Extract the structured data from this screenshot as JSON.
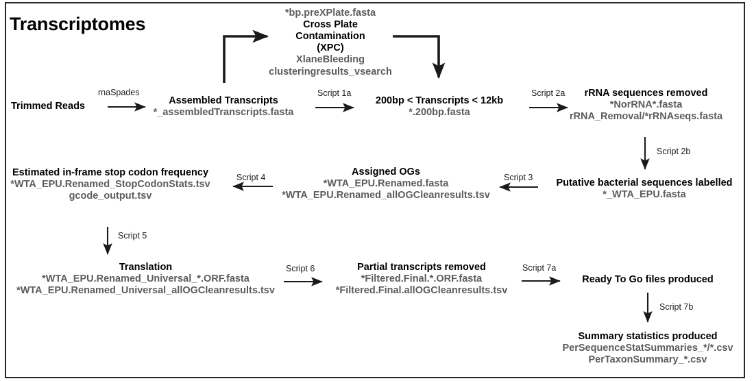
{
  "title": "Transcriptomes",
  "nodes": {
    "trimmed_reads": {
      "heading": "Trimmed Reads",
      "files": []
    },
    "assembled": {
      "heading": "Assembled Transcripts",
      "files": [
        "*_assembledTranscripts.fasta"
      ]
    },
    "xpc": {
      "pre_file": "*bp.preXPlate.fasta",
      "heading_line1": "Cross Plate",
      "heading_line2": "Contamination",
      "heading_line3": "(XPC)",
      "files": [
        "XlaneBleeding",
        "clusteringresults_vsearch"
      ]
    },
    "length_filter": {
      "heading": "200bp < Transcripts < 12kb",
      "files": [
        "*.200bp.fasta"
      ]
    },
    "rrna_removed": {
      "heading": "rRNA sequences removed",
      "files": [
        "*NorRNA*.fasta",
        "rRNA_Removal/*rRNAseqs.fasta"
      ]
    },
    "bacterial_labelled": {
      "heading": "Putative bacterial sequences labelled",
      "files": [
        "*_WTA_EPU.fasta"
      ]
    },
    "assigned_ogs": {
      "heading": "Assigned OGs",
      "files": [
        "*WTA_EPU.Renamed.fasta",
        "*WTA_EPU.Renamed_allOGCleanresults.tsv"
      ]
    },
    "stop_codon": {
      "heading": "Estimated in-frame stop codon frequency",
      "files": [
        "*WTA_EPU.Renamed_StopCodonStats.tsv",
        "gcode_output.tsv"
      ]
    },
    "translation": {
      "heading": "Translation",
      "files": [
        "*WTA_EPU.Renamed_Universal_*.ORF.fasta",
        "*WTA_EPU.Renamed_Universal_allOGCleanresults.tsv"
      ]
    },
    "partial_removed": {
      "heading": "Partial transcripts removed",
      "files": [
        "*Filtered.Final.*.ORF.fasta",
        "*Filtered.Final.allOGCleanresults.tsv"
      ]
    },
    "ready_to_go": {
      "heading": "Ready To Go files produced",
      "files": []
    },
    "summary_stats": {
      "heading": "Summary statistics produced",
      "files": [
        "PerSequenceStatSummaries_*/*.csv",
        "PerTaxonSummary_*.csv"
      ]
    }
  },
  "arrow_labels": {
    "rnaspades": "rnaSpades",
    "script1a": "Script 1a",
    "script2a": "Script 2a",
    "script2b": "Script 2b",
    "script3": "Script 3",
    "script4": "Script 4",
    "script5": "Script 5",
    "script6": "Script 6",
    "script7a": "Script 7a",
    "script7b": "Script 7b"
  },
  "colors": {
    "text": "#000000",
    "file_text": "#5c5c5c",
    "arrow": "#1a1a1a",
    "border": "#262626",
    "background": "#ffffff"
  }
}
